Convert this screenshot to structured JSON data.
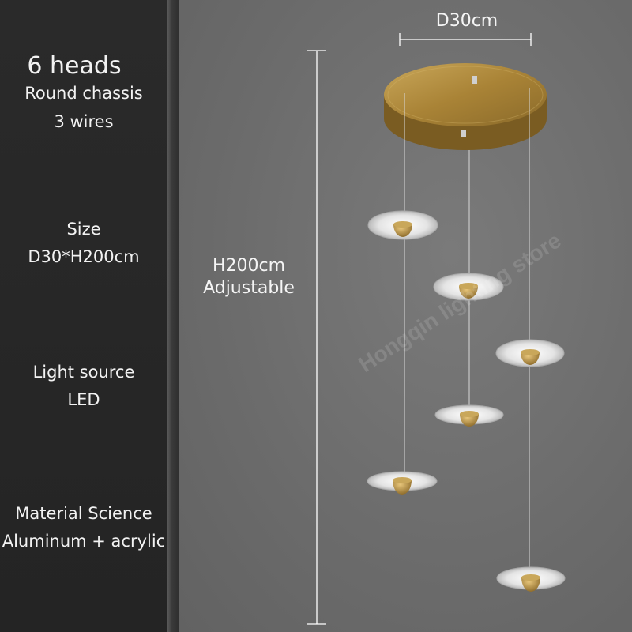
{
  "sidebar": {
    "heads": "6 heads",
    "chassis": "Round chassis",
    "wires": "3 wires",
    "size_label": "Size",
    "size_value": "D30*H200cm",
    "light_label": "Light source",
    "light_value": "LED",
    "material_label": "Material Science",
    "material_value": "Aluminum + acrylic"
  },
  "dimensions": {
    "diameter": "D30cm",
    "height": "H200cm",
    "height_note": "Adjustable"
  },
  "watermark": "Hongqin lighting store",
  "colors": {
    "sidebar_bg": "#262626",
    "main_bg": "#6f6f6f",
    "brass": "#b08a3e",
    "text": "#f2f2f2"
  }
}
